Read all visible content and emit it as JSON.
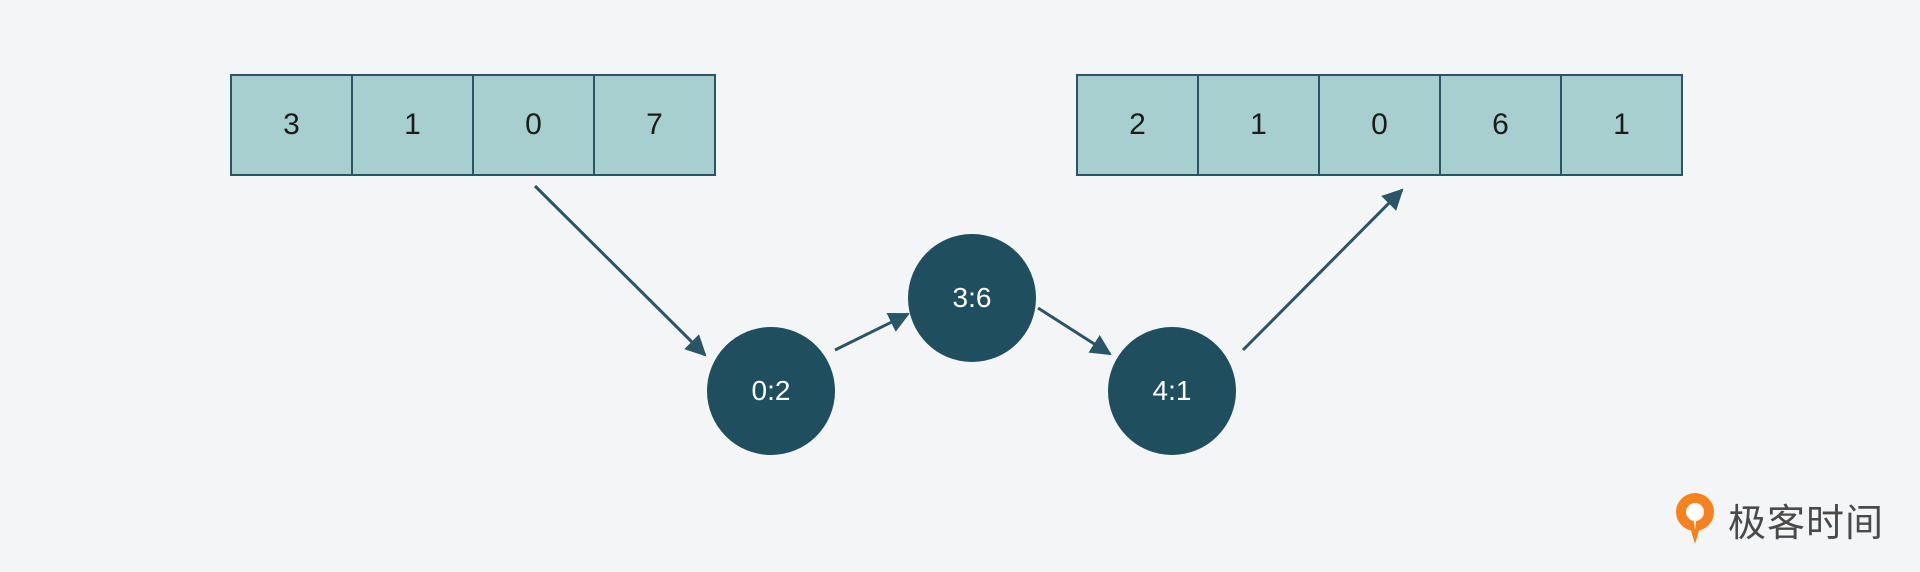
{
  "source_array": [
    "3",
    "1",
    "0",
    "7"
  ],
  "target_array": [
    "2",
    "1",
    "0",
    "6",
    "1"
  ],
  "nodes": [
    "0:2",
    "3:6",
    "4:1"
  ],
  "colors": {
    "cell_fill": "#a8cfd0",
    "border": "#2a5566",
    "node_fill": "#1f4e5f",
    "arrow": "#2a5566",
    "logo_orange": "#f5821f"
  },
  "logo": {
    "text": "极客时间"
  }
}
